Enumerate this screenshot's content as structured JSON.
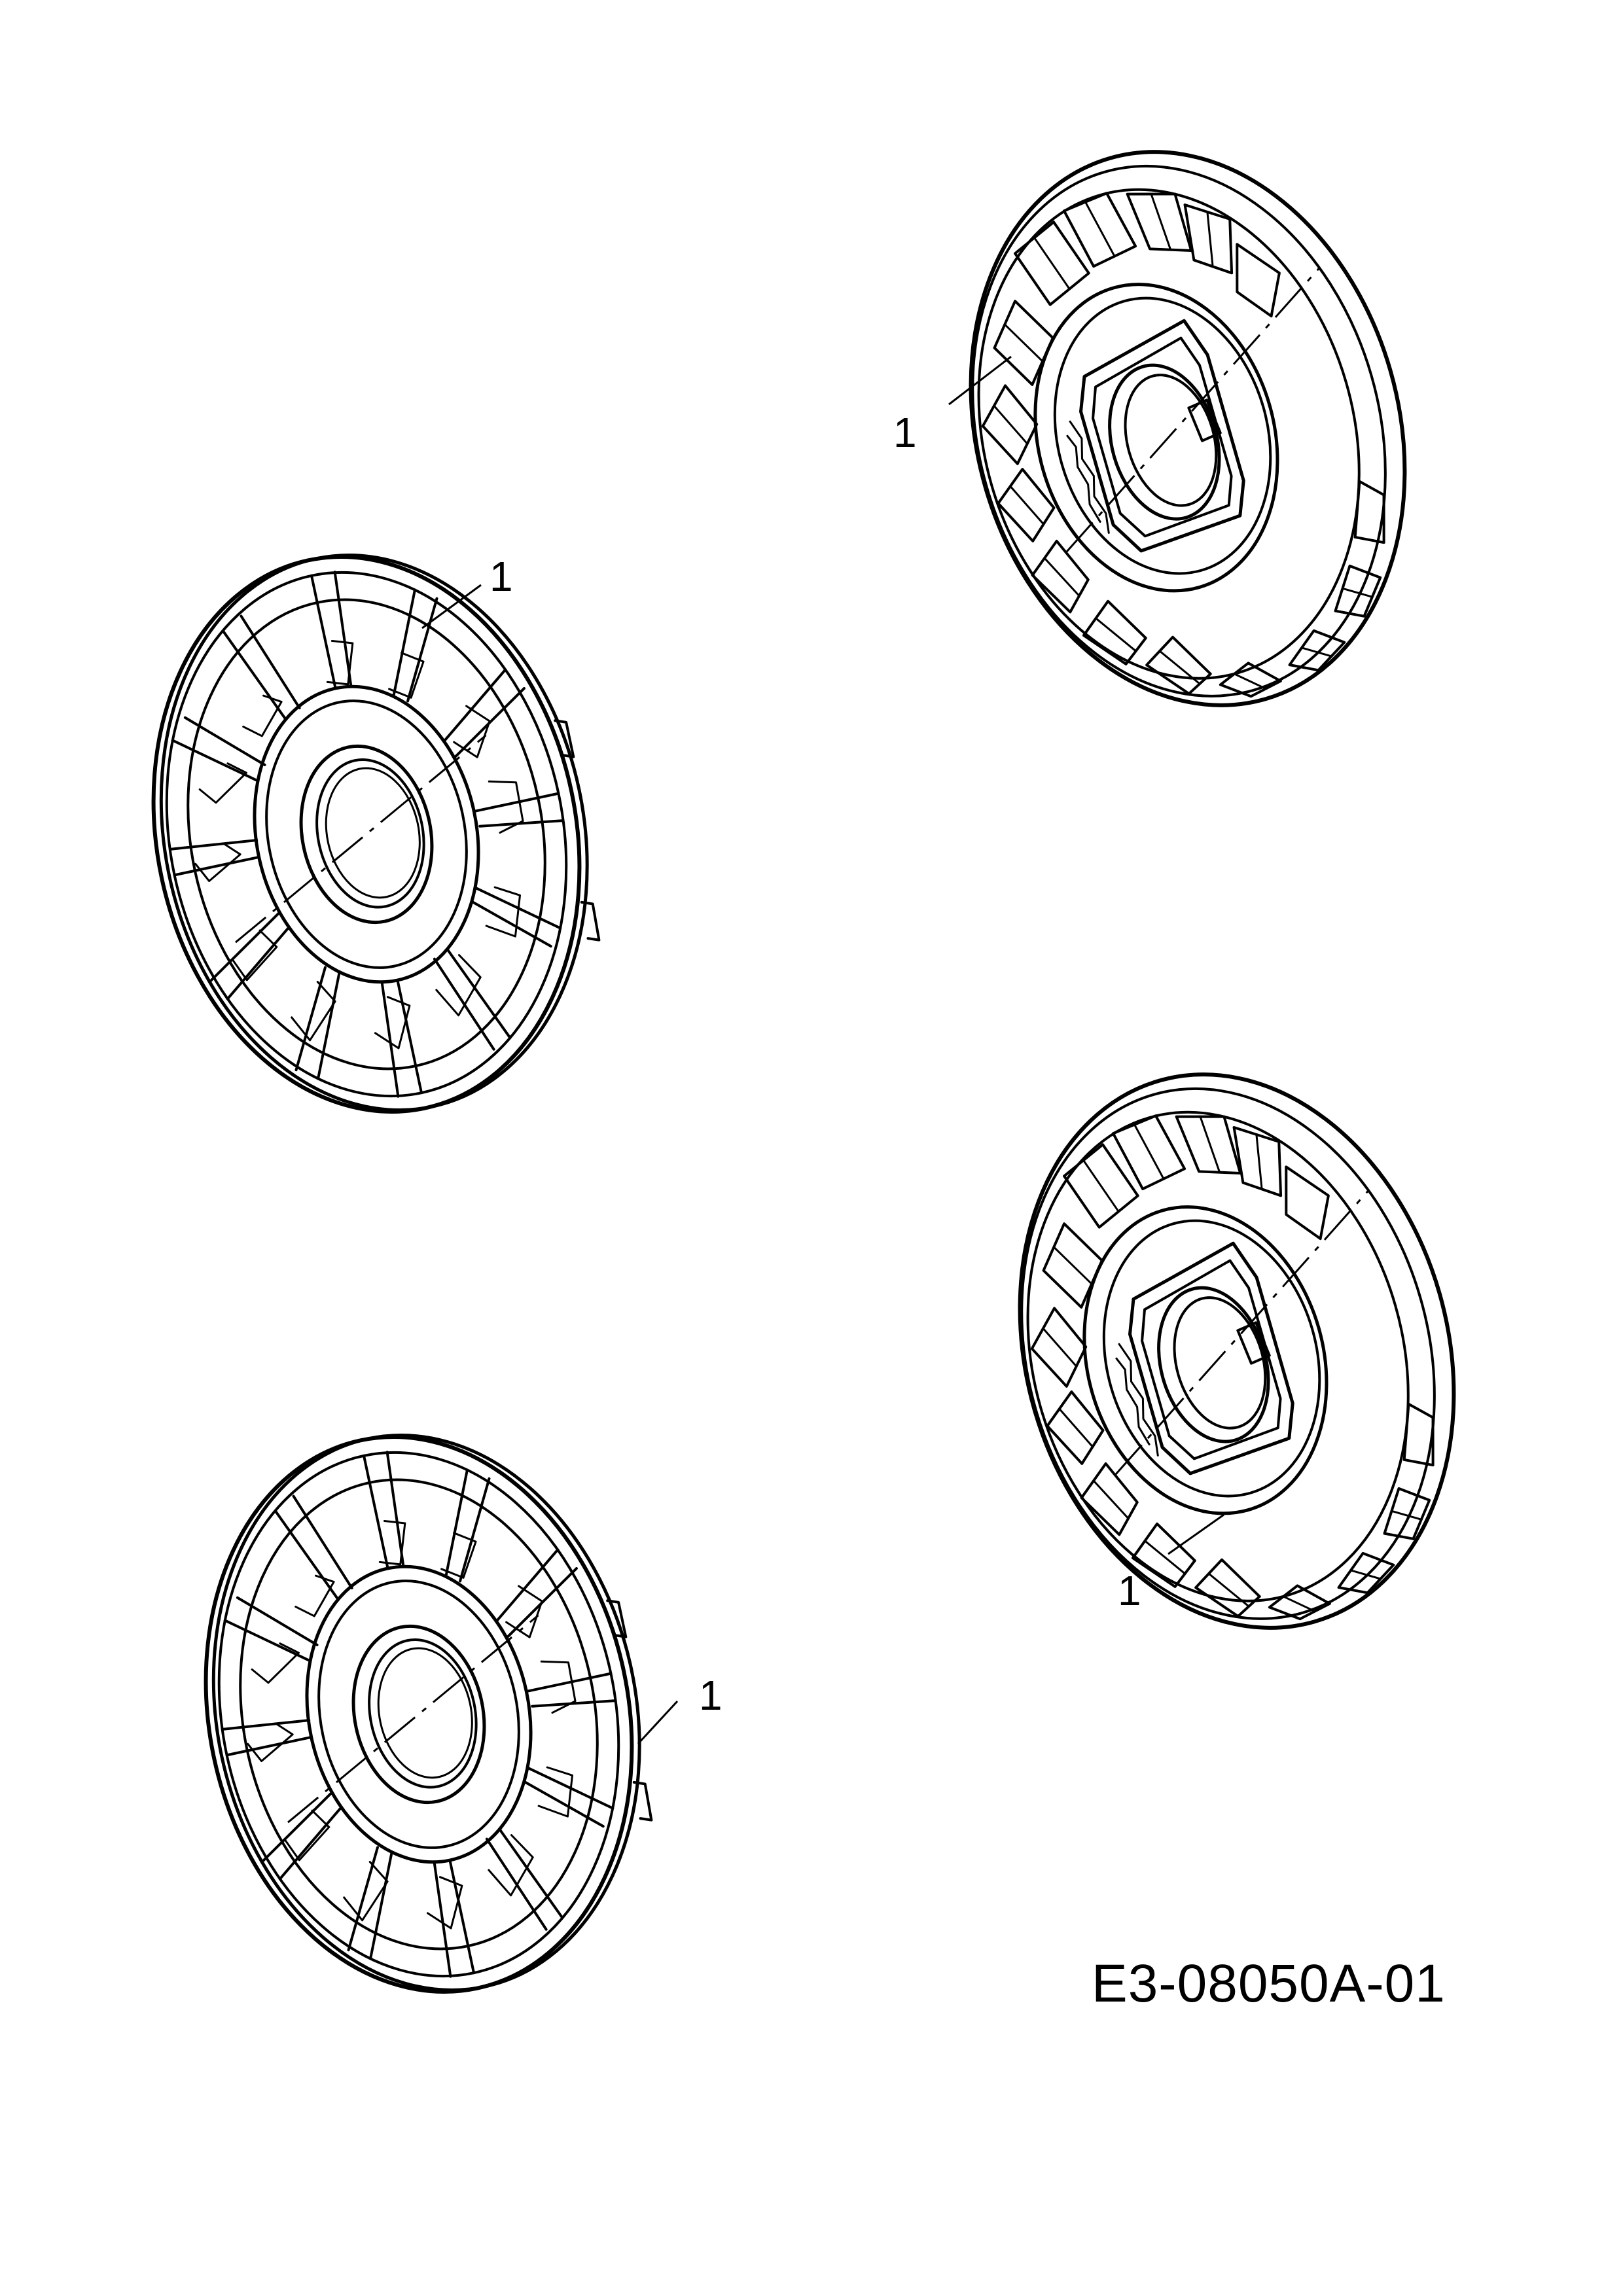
{
  "diagram": {
    "drawing_number": "E3-08050A-01",
    "parts": [
      {
        "view": "front-left-upper",
        "callout": "1"
      },
      {
        "view": "back-right-upper",
        "callout": "1"
      },
      {
        "view": "back-right-lower",
        "callout": "1"
      },
      {
        "view": "front-left-lower",
        "callout": "1"
      }
    ],
    "colors": {
      "line": "#000000",
      "background": "#ffffff"
    }
  }
}
